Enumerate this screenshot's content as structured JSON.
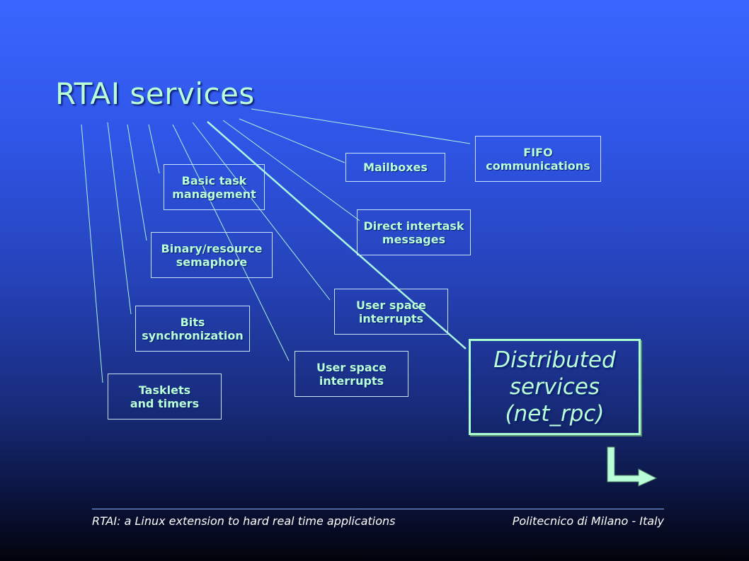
{
  "slide": {
    "title": "RTAI services",
    "boxes": [
      {
        "label": "FIFO\ncommunications"
      },
      {
        "label": "Mailboxes"
      },
      {
        "label": "Basic task\nmanagement"
      },
      {
        "label": "Direct intertask\nmessages"
      },
      {
        "label": "Binary/resource\nsemaphore"
      },
      {
        "label": "User space\ninterrupts"
      },
      {
        "label": "Bits\nsynchronization"
      },
      {
        "label": "User space\ninterrupts"
      },
      {
        "label": "Tasklets\nand timers"
      }
    ],
    "highlight": {
      "label": "Distributed\nservices\n(net_rpc)"
    },
    "footer": {
      "left": "RTAI: a Linux extension to hard real time applications",
      "right": "Politecnico di Milano - Italy"
    },
    "icons": {
      "next": "next-arrow-icon"
    },
    "colors": {
      "text": "#b8ffd8",
      "box_border": "#c8e4ff",
      "highlight_border": "#aaffd0"
    }
  }
}
